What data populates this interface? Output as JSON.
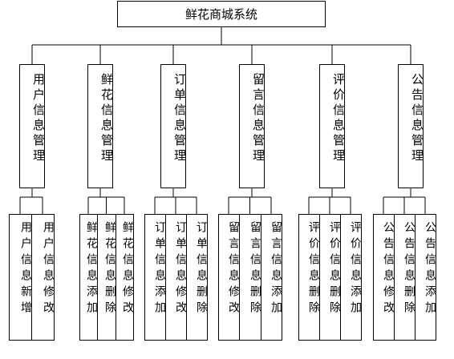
{
  "diagram": {
    "root": "鲜花商城系统",
    "modules": [
      {
        "label": "用户信息管理",
        "functions": [
          "用户信息新增",
          "用户信息修改"
        ]
      },
      {
        "label": "鲜花信息管理",
        "functions": [
          "鲜花信息添加",
          "鲜花信息删除",
          "鲜花信息修改"
        ]
      },
      {
        "label": "订单信息管理",
        "functions": [
          "订单信息添加",
          "订单信息修改",
          "订单信息删除"
        ]
      },
      {
        "label": "留言信息管理",
        "functions": [
          "留言信息修改",
          "留言信息删除",
          "留言信息添加"
        ]
      },
      {
        "label": "评价信息管理",
        "functions": [
          "评价信息删除",
          "评价信息删除",
          "评价信息添加"
        ]
      },
      {
        "label": "公告信息管理",
        "functions": [
          "公告信息修改",
          "公告信息删除",
          "公告信息添加"
        ]
      }
    ]
  }
}
